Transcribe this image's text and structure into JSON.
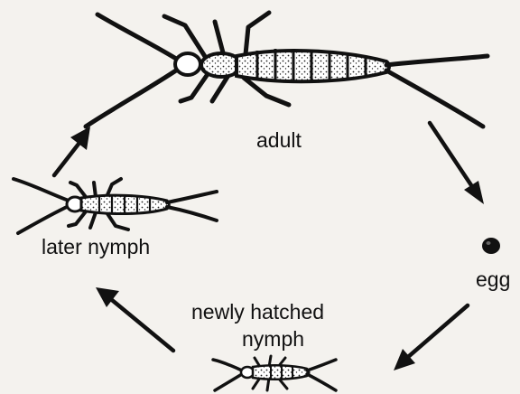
{
  "labels": {
    "adult": "adult",
    "egg": "egg",
    "later_nymph": "later nymph",
    "newly_hatched_line1": "newly hatched",
    "newly_hatched_line2": "nymph"
  },
  "colors": {
    "ink": "#111111",
    "paper": "#f4f2ee",
    "bleed_through": "#cfcac2"
  }
}
